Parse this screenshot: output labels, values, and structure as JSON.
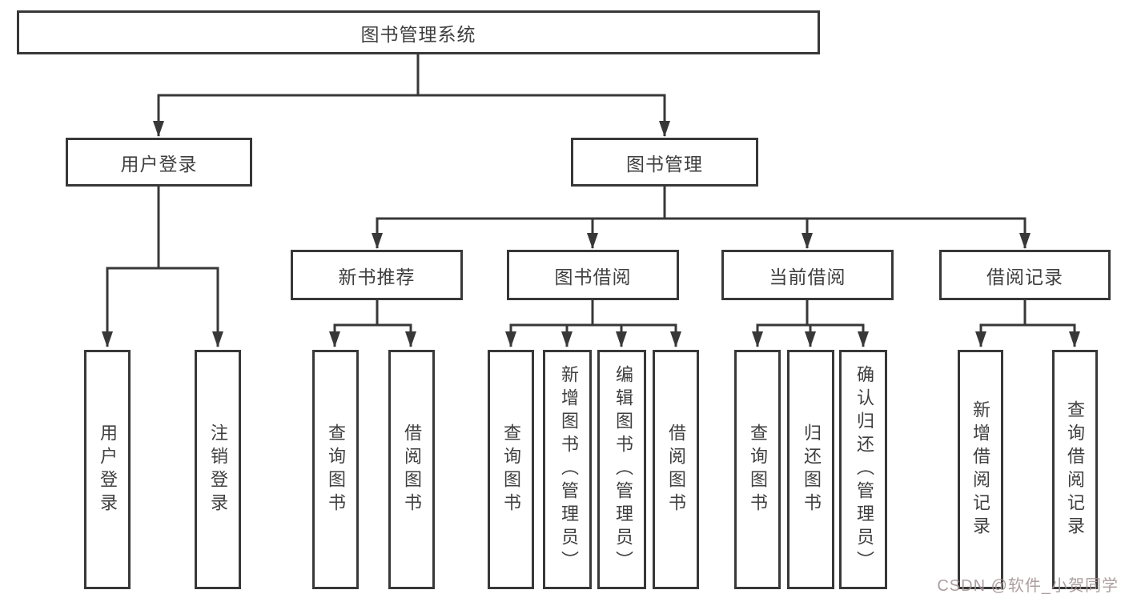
{
  "diagram": {
    "title_node": {
      "label": "图书管理系统"
    },
    "level2": [
      {
        "label": "用户登录"
      },
      {
        "label": "图书管理"
      }
    ],
    "level3": [
      {
        "label": "新书推荐",
        "parent": "图书管理"
      },
      {
        "label": "图书借阅",
        "parent": "图书管理"
      },
      {
        "label": "当前借阅",
        "parent": "图书管理"
      },
      {
        "label": "借阅记录",
        "parent": "图书管理"
      }
    ],
    "leaves": [
      {
        "label": "用户登录",
        "parent": "用户登录"
      },
      {
        "label": "注销登录",
        "parent": "用户登录"
      },
      {
        "label": "查询图书",
        "parent": "新书推荐"
      },
      {
        "label": "借阅图书",
        "parent": "新书推荐"
      },
      {
        "label": "查询图书",
        "parent": "图书借阅"
      },
      {
        "label": "新增图书（管理员）",
        "parent": "图书借阅"
      },
      {
        "label": "编辑图书（管理员）",
        "parent": "图书借阅"
      },
      {
        "label": "借阅图书",
        "parent": "图书借阅"
      },
      {
        "label": "查询图书",
        "parent": "当前借阅"
      },
      {
        "label": "归还图书",
        "parent": "当前借阅"
      },
      {
        "label": "确认归还（管理员）",
        "parent": "当前借阅"
      },
      {
        "label": "新增借阅记录",
        "parent": "借阅记录"
      },
      {
        "label": "查询借阅记录",
        "parent": "借阅记录"
      }
    ]
  },
  "watermark": {
    "text": "CSDN @软件_小贺同学"
  },
  "colors": {
    "line": "#383838",
    "text": "#3f3f3f",
    "box_background": "#ffffff",
    "watermark": "#a49496"
  }
}
